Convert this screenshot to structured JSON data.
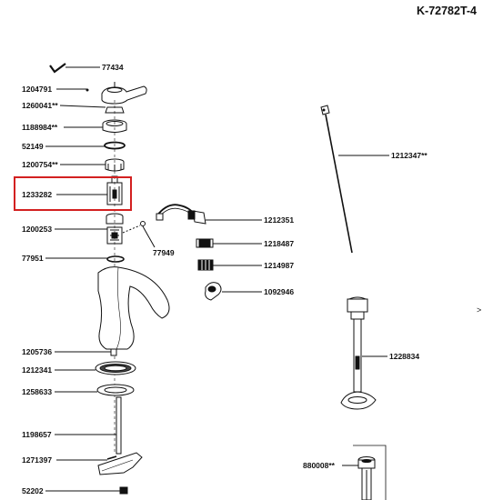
{
  "model_number": "K-72782T-4",
  "edge_mark": ">",
  "highlight_color": "#d32020",
  "parts": [
    {
      "id": "p77434",
      "label": "77434"
    },
    {
      "id": "p1204791",
      "label": "1204791"
    },
    {
      "id": "p1260041",
      "label": "1260041**"
    },
    {
      "id": "p1188984",
      "label": "1188984**"
    },
    {
      "id": "p52149",
      "label": "52149"
    },
    {
      "id": "p1200754",
      "label": "1200754**"
    },
    {
      "id": "p1233282",
      "label": "1233282",
      "highlighted": true
    },
    {
      "id": "p1200253",
      "label": "1200253"
    },
    {
      "id": "p77949",
      "label": "77949"
    },
    {
      "id": "p77951",
      "label": "77951"
    },
    {
      "id": "p1212351",
      "label": "1212351"
    },
    {
      "id": "p1218487",
      "label": "1218487"
    },
    {
      "id": "p1214987",
      "label": "1214987"
    },
    {
      "id": "p1092946",
      "label": "1092946"
    },
    {
      "id": "p1212347",
      "label": "1212347**"
    },
    {
      "id": "p1205736",
      "label": "1205736"
    },
    {
      "id": "p1212341",
      "label": "1212341"
    },
    {
      "id": "p1258633",
      "label": "1258633"
    },
    {
      "id": "p1228834",
      "label": "1228834"
    },
    {
      "id": "p1198657",
      "label": "1198657"
    },
    {
      "id": "p1271397",
      "label": "1271397"
    },
    {
      "id": "p880008",
      "label": "880008**"
    },
    {
      "id": "p52202",
      "label": "52202"
    }
  ]
}
